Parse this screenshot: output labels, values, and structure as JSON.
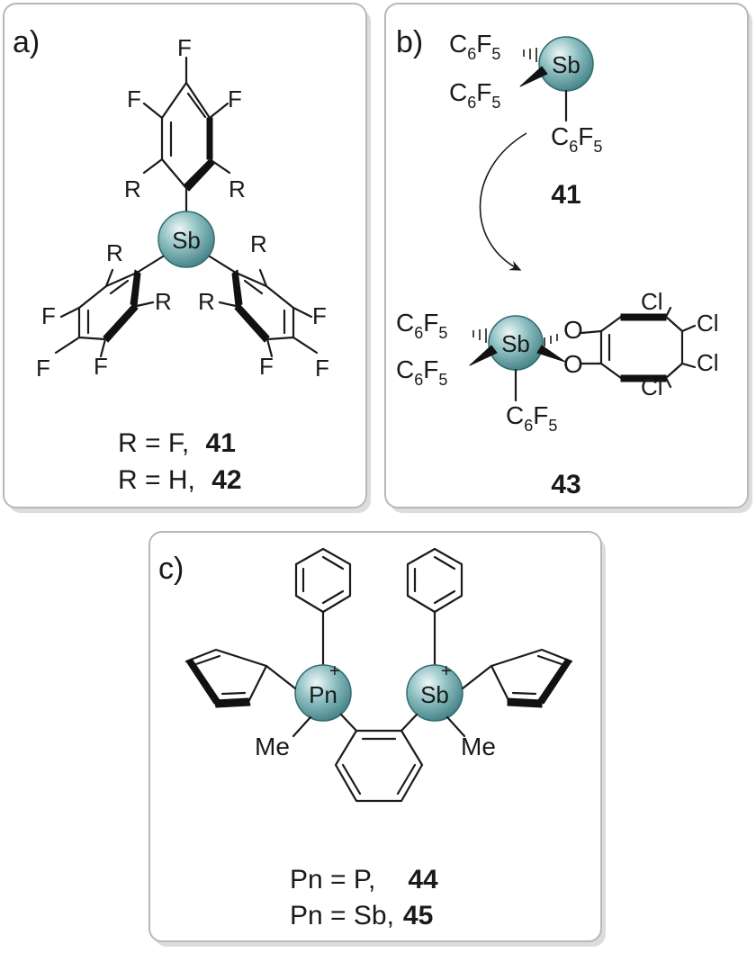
{
  "panels": {
    "a": {
      "tag": "a)",
      "sb": "Sb",
      "ring_top": {
        "f_top": "F",
        "f_left": "F",
        "f_right": "F",
        "r_left": "R",
        "r_right": "R"
      },
      "ring_left": {
        "r_top": "R",
        "r_inner": "R",
        "f_a": "F",
        "f_b": "F",
        "f_c": "F"
      },
      "ring_right": {
        "r_top": "R",
        "r_inner": "R",
        "f_a": "F",
        "f_b": "F",
        "f_c": "F"
      },
      "legend": [
        {
          "text": "R = F,",
          "num": "41"
        },
        {
          "text": "R = H,",
          "num": "42"
        }
      ]
    },
    "b": {
      "tag": "b)",
      "c": "C",
      "f": "F",
      "sub6": "6",
      "sub5": "5",
      "sb": "Sb",
      "label_top": "41",
      "o": "O",
      "cl": "Cl",
      "label_bottom": "43"
    },
    "c": {
      "tag": "c)",
      "pn": "Pn",
      "sb": "Sb",
      "plus": "+",
      "me": "Me",
      "legend": [
        {
          "text": "Pn = P,",
          "num": "44"
        },
        {
          "text": "Pn = Sb,",
          "num": "45"
        }
      ]
    }
  },
  "colors": {
    "atom_sphere": "#4d8f93",
    "panel_border": "#b8b8b8",
    "panel_shadow": "#dcdcdc"
  }
}
